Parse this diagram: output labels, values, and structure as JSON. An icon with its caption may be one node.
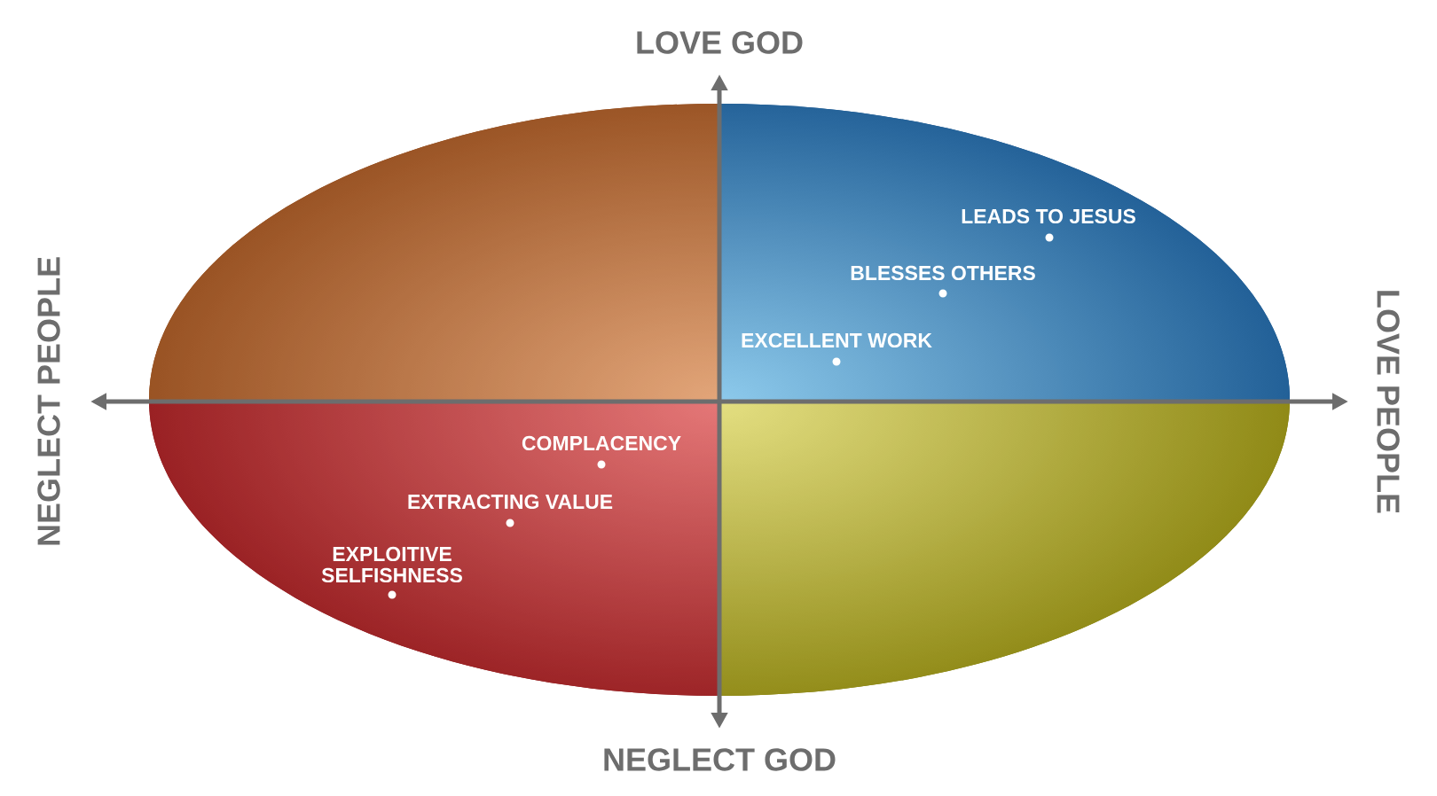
{
  "diagram": {
    "labels": [
      "LOVE GOD",
      "NEGLECT PEOPLE",
      "LEADS TO JESUS",
      "BLESSES OTHERS",
      "LOVE PEOPLE",
      "EXCELLENT WORK",
      "COMPLACENCY",
      "EXTRACTING VALUE",
      "EXPLOITIVE SELFISHNESS",
      "NEGLECT GOD"
    ]
  }
}
